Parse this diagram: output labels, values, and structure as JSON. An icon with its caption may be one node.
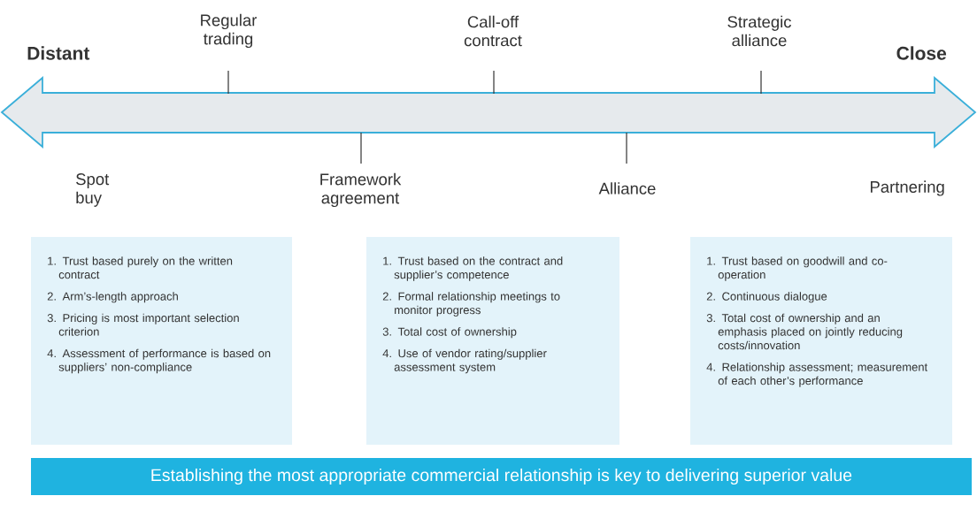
{
  "diagram": {
    "nodes": [
      {
        "text": [
          "1. Trust based purely on the written contract",
          "2. Arm’s-length approach",
          "3. Pricing is most important selection criterion",
          "4. Assessment of performance is based on suppliers’ non-compliance"
        ]
      },
      {
        "text": [
          "1. Trust based on the contract and supplier’s competence",
          "2. Formal relationship meetings to monitor progress",
          "3. Total cost of ownership",
          "4. Use of vendor rating/supplier assessment system"
        ]
      },
      {
        "text": [
          "1. Trust based on goodwill and co-operation",
          "2. Continuous dialogue",
          "3. Total cost of ownership and an emphasis placed on jointly reducing costs/innovation",
          "4. Relationship assessment; measurement of each other’s performance"
        ]
      },
      {
        "text": [
          "Establishing the most appropriate commercial relationship is key to delivering superior value"
        ]
      }
    ],
    "labels": [
      "Distant",
      "Regular trading",
      "Call-off contract",
      "Strategic alliance",
      "Close",
      "Spot buy",
      "Framework agreement",
      "Alliance",
      "Partnering"
    ]
  }
}
